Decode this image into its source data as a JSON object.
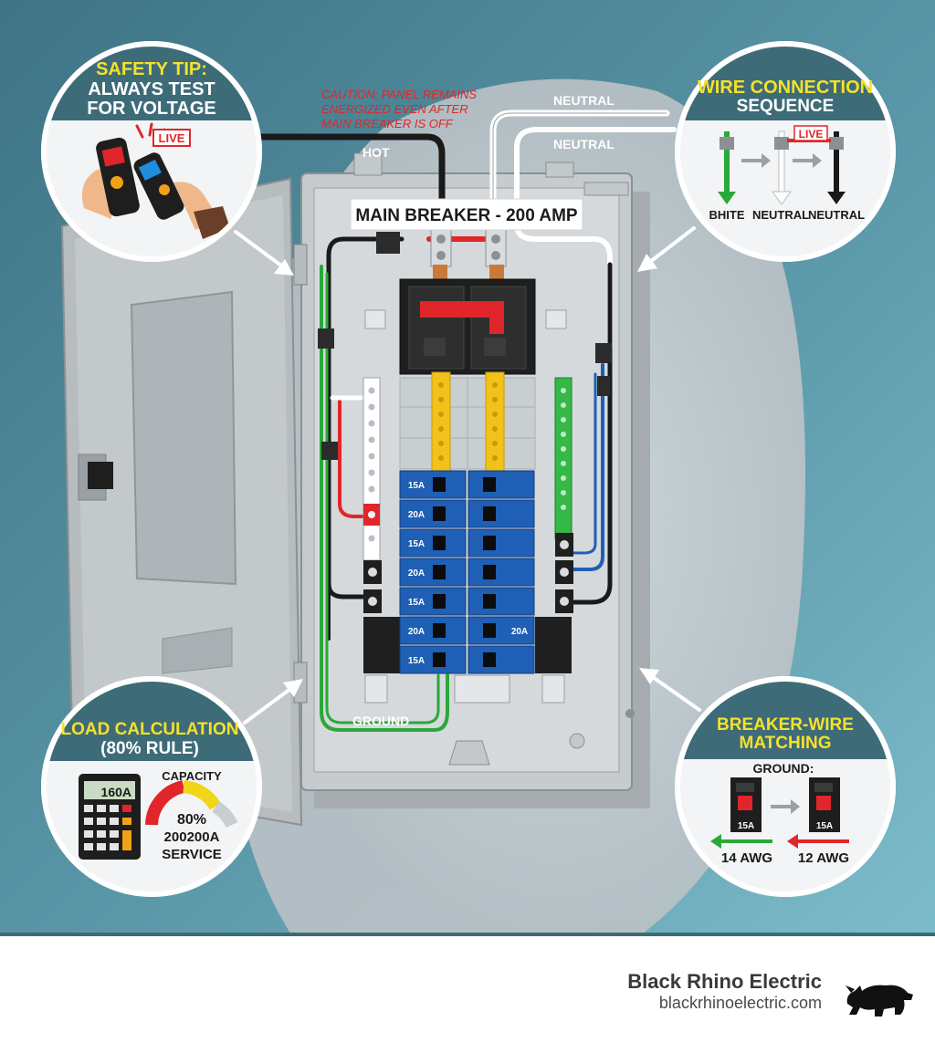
{
  "title": "MAIN BREAKER - 200 AMP",
  "caution": [
    "CAUTION: PANEL REMAINS",
    "ENERGIZED EVEN AFTER",
    "MAIN BREAKER IS OFF"
  ],
  "wire_labels": {
    "hot": "HOT",
    "neutral_1": "NEUTRAL",
    "neutral_2": "NEUTRAL",
    "ground": "GROUND"
  },
  "breakers": {
    "left_column": [
      "15A",
      "20A",
      "15A",
      "20A",
      "15A",
      "20A",
      "15A"
    ],
    "right_column": [
      "",
      "",
      "",
      "",
      "",
      "20A",
      ""
    ]
  },
  "callouts": {
    "safety_tip": {
      "title_line1": "SAFETY TIP:",
      "title_line2": "ALWAYS TEST",
      "title_line3": "FOR VOLTAGE",
      "badge": "LIVE"
    },
    "wire_connection": {
      "title_line1": "WIRE CONNECTION",
      "title_line2": "SEQUENCE",
      "badge": "LIVE",
      "labels": [
        "BHITE",
        "NEUTRAL",
        "NEUTRAL"
      ]
    },
    "load_calculation": {
      "title_line1": "LOAD CALCULATION",
      "title_line2": "(80% RULE)",
      "calculator_display": "160A",
      "capacity_label": "CAPACITY",
      "gauge_value_label": "80%",
      "service_line1": "200200A",
      "service_line2": "SERVICE"
    },
    "breaker_wire": {
      "title_line1": "BREAKER-WIRE",
      "title_line2": "MATCHING",
      "ground_label": "GROUND:",
      "breaker_labels": [
        "15A",
        "15A"
      ],
      "wire_labels": [
        "14 AWG",
        "12 AWG"
      ]
    }
  },
  "colors": {
    "background_teal": "#4f8c9c",
    "title_yellow": "#f5e12a",
    "callout_header": "#3e6b78",
    "breaker_blue": "#1f5fb5",
    "hot_red": "#e0262a",
    "ground_green": "#2aa83a",
    "bus_yellow": "#f2c21a"
  },
  "footer": {
    "company": "Black Rhino Electric",
    "url": "blackrhinoelectric.com"
  }
}
